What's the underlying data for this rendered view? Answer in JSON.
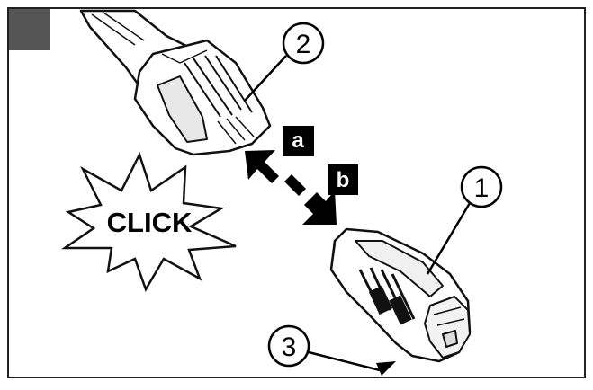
{
  "diagram": {
    "corner_marker_color": "#555555",
    "labels": {
      "part_1": "1",
      "part_2": "2",
      "part_3": "3",
      "step_a": "a",
      "step_b": "b"
    },
    "sound_effect": "CLICK"
  }
}
